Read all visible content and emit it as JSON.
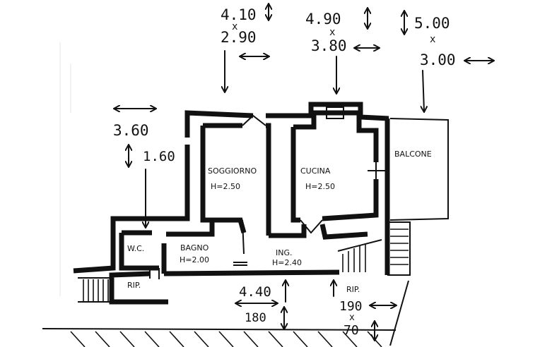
{
  "rooms": {
    "soggiorno": {
      "name": "SOGGIORNO",
      "height": "H=2.50"
    },
    "cucina": {
      "name": "CUCINA",
      "height": "H=2.50"
    },
    "balcone": {
      "name": "BALCONE"
    },
    "wc": {
      "name": "W.C."
    },
    "bagno": {
      "name": "BAGNO",
      "height": "H=2.00"
    },
    "ing": {
      "name": "ING.",
      "height": "H=2.40"
    },
    "rip_left": {
      "name": "RIP."
    },
    "rip_right": {
      "name": "RIP."
    }
  },
  "dimensions": {
    "soggiorno": {
      "width": "4.10",
      "x": "x",
      "depth": "2.90"
    },
    "cucina": {
      "width": "4.90",
      "x": "x",
      "depth": "3.80"
    },
    "balcone": {
      "width": "5.00",
      "x": "x",
      "depth": "3.00"
    },
    "bagno": {
      "width": "3.60",
      "depth": "1.60"
    },
    "ing": {
      "width": "4.40",
      "depth": "180"
    },
    "rip": {
      "width": "190",
      "x": "x",
      "depth": "70"
    }
  }
}
